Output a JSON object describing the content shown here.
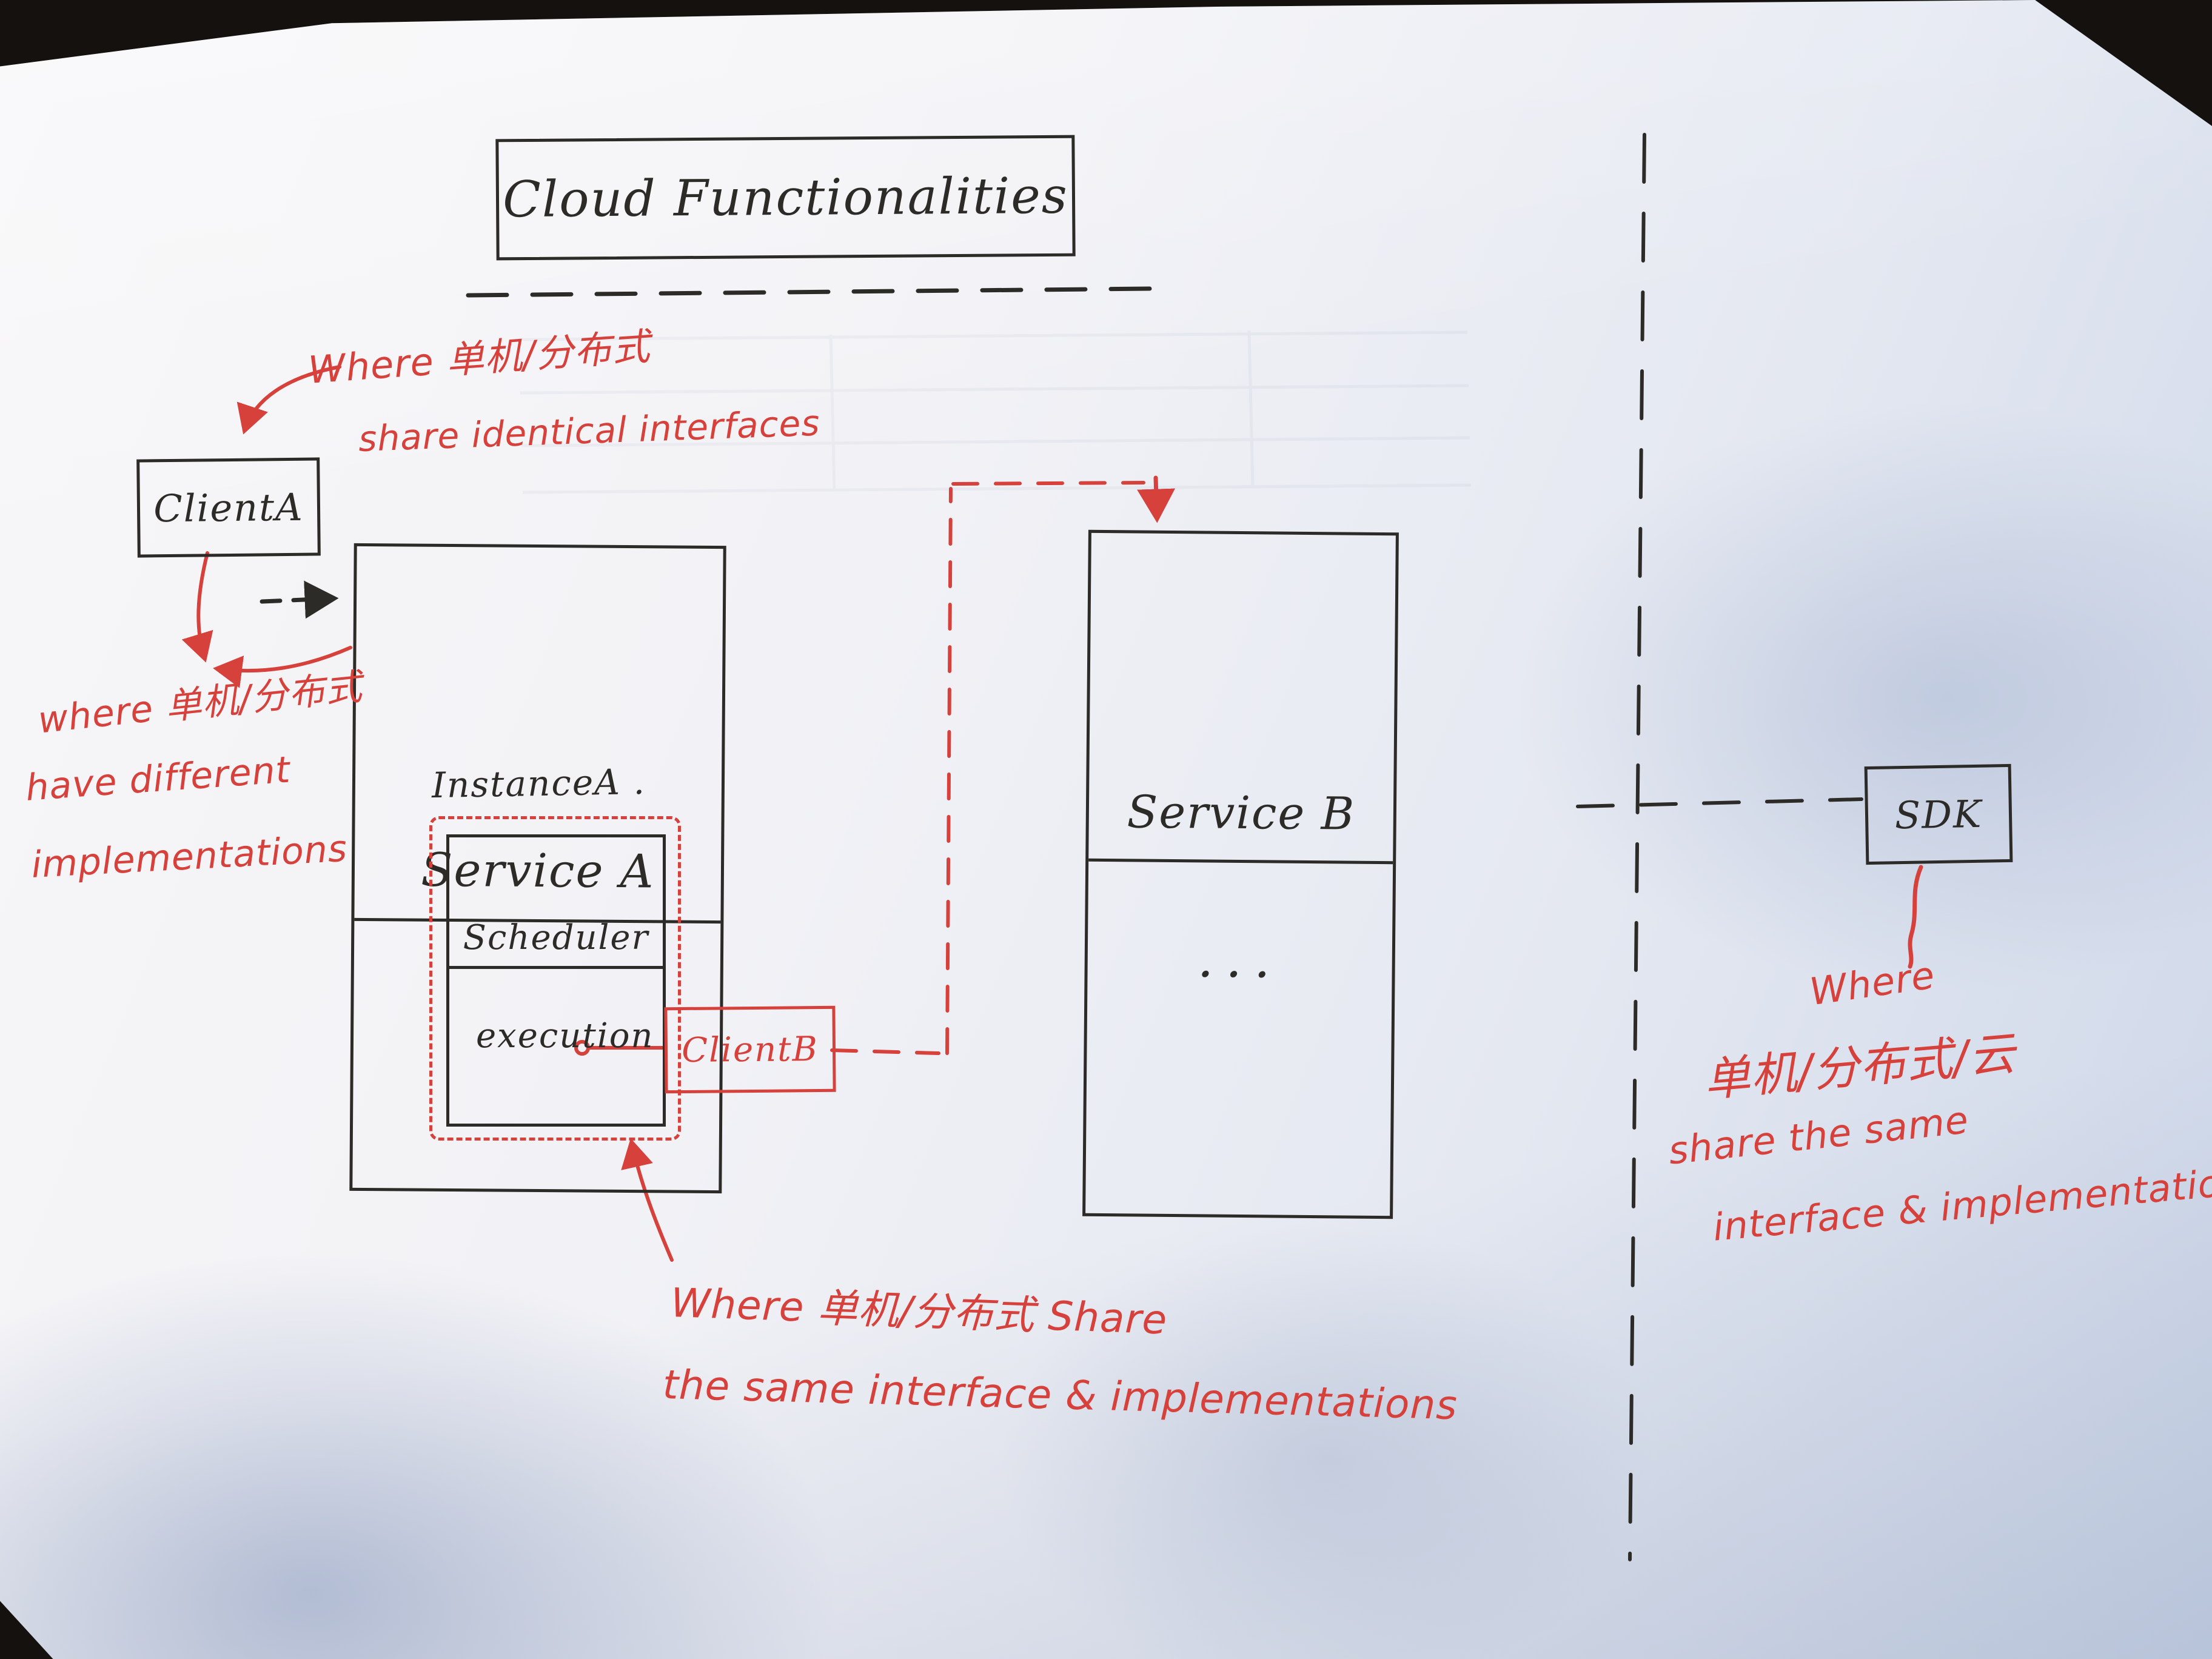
{
  "title": "Cloud Functionalities",
  "nodes": {
    "client_a": {
      "label": "ClientA"
    },
    "service_a": {
      "label": "Service A"
    },
    "instance_a": {
      "label": "InstanceA ."
    },
    "scheduler": {
      "label": "Scheduler"
    },
    "execution": {
      "label": "execution"
    },
    "client_b": {
      "label": "ClientB"
    },
    "service_b": {
      "label": "Service B",
      "body": "..."
    },
    "sdk": {
      "label": "SDK"
    }
  },
  "annotations": {
    "top": {
      "line1": "Where 单机/分布式",
      "line2": "share identical interfaces"
    },
    "left": {
      "line1": "where 单机/分布式",
      "line2": "have different",
      "line3": "implementations"
    },
    "bottom": {
      "line1": "Where 单机/分布式  Share",
      "line2": "the same  interface & implementations"
    },
    "right": {
      "line1": "Where",
      "line2": "单机/分布式/云",
      "line3": "share the same",
      "line4": "interface & implementation"
    }
  },
  "colors": {
    "ink": "#2d2b28",
    "red": "#d7413c",
    "paper": "#f4f4f6"
  }
}
